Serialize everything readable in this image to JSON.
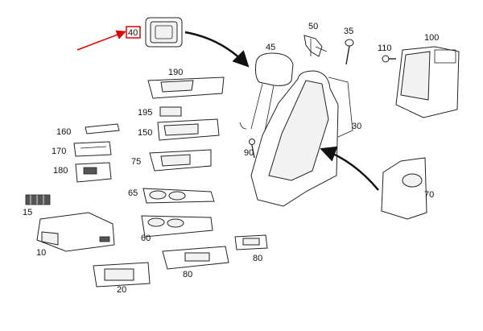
{
  "diagram": {
    "highlighted_part": "40",
    "colors": {
      "highlight": "#e00000",
      "line": "#222222",
      "background": "#ffffff"
    },
    "labels": {
      "p40": "40",
      "p50": "50",
      "p35": "35",
      "p110": "110",
      "p100": "100",
      "p45": "45",
      "p190": "190",
      "p195": "195",
      "p150": "150",
      "p160": "160",
      "p170": "170",
      "p180": "180",
      "p75": "75",
      "p90": "90",
      "p30": "30",
      "p65": "65",
      "p15": "15",
      "p60": "60",
      "p10": "10",
      "p80a": "80",
      "p80b": "80",
      "p20": "20",
      "p70": "70"
    }
  }
}
